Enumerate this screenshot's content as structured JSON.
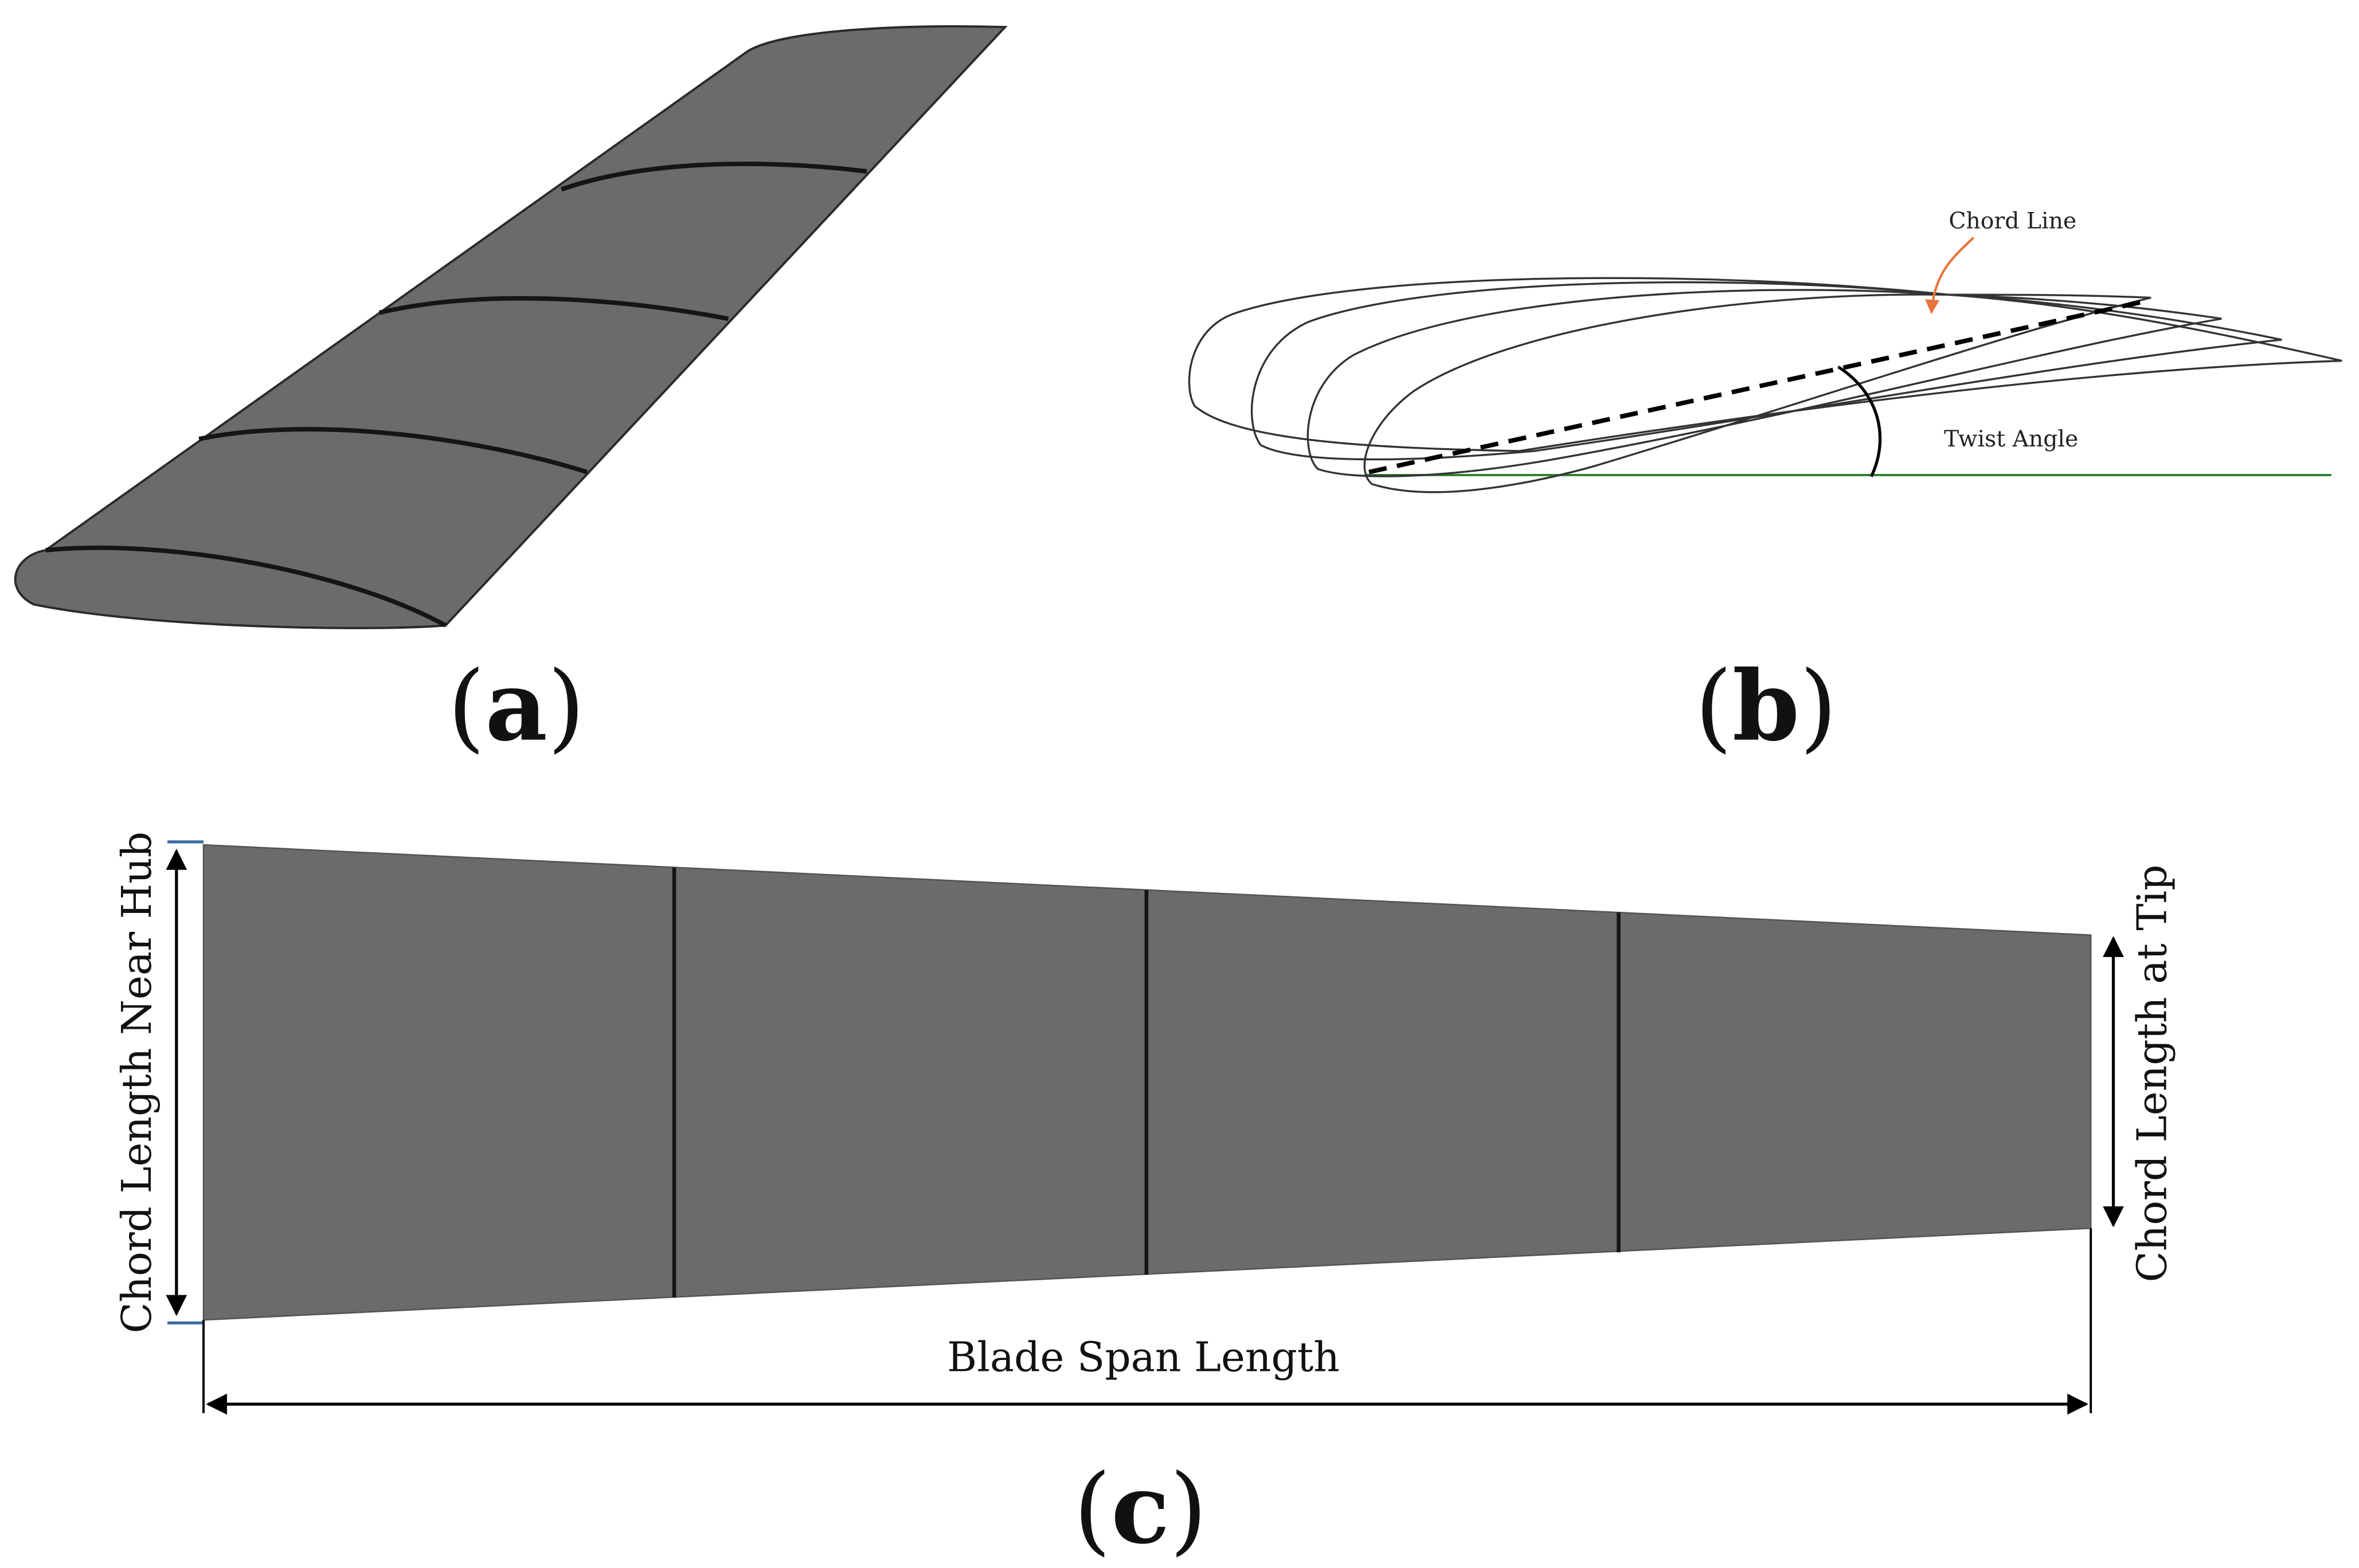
{
  "panels": {
    "a": {
      "label": "a"
    },
    "b": {
      "label": "b",
      "annotations": {
        "chord_line": "Chord Line",
        "twist_angle": "Twist Angle"
      }
    },
    "c": {
      "label": "c",
      "annotations": {
        "hub_chord": "Chord Length Near Hub",
        "tip_chord": "Chord Length at Tip",
        "span": "Blade Span Length"
      }
    }
  },
  "colors": {
    "blade_fill": "#6b6b6b",
    "section_line": "#151515",
    "airfoil_outline": "#333333",
    "reference_line": "#2e7d32",
    "chord_arrow": "#e8743b",
    "hub_tick": "#3a6ea5",
    "text": "#111111"
  }
}
